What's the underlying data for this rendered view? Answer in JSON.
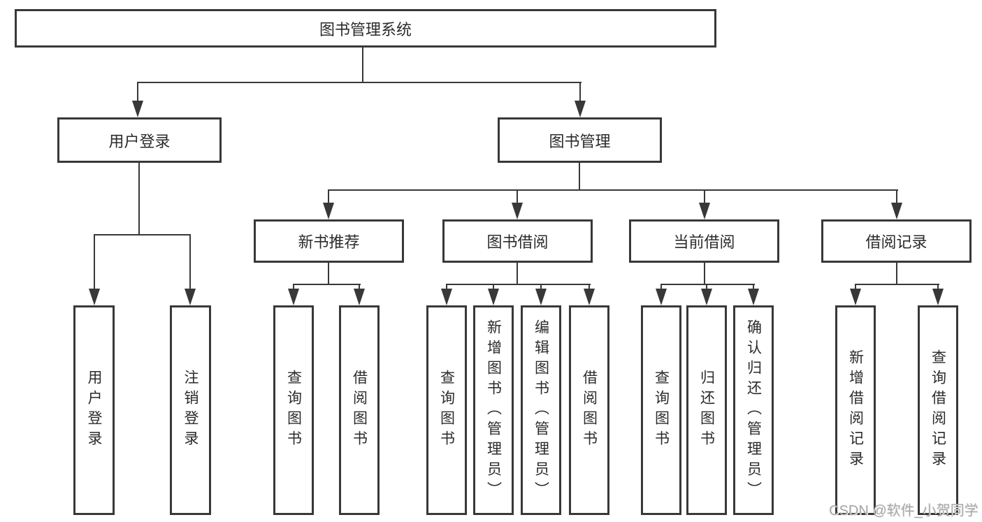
{
  "diagram": {
    "tree": {
      "label": "图书管理系统",
      "children": [
        {
          "label": "用户登录",
          "children": [
            {
              "label": "用户登录"
            },
            {
              "label": "注销登录"
            }
          ]
        },
        {
          "label": "图书管理",
          "children": [
            {
              "label": "新书推荐",
              "children": [
                {
                  "label": "查询图书"
                },
                {
                  "label": "借阅图书"
                }
              ]
            },
            {
              "label": "图书借阅",
              "children": [
                {
                  "label": "查询图书"
                },
                {
                  "label": "新增图书（管理员）"
                },
                {
                  "label": "编辑图书（管理员）"
                },
                {
                  "label": "借阅图书"
                }
              ]
            },
            {
              "label": "当前借阅",
              "children": [
                {
                  "label": "查询图书"
                },
                {
                  "label": "归还图书"
                },
                {
                  "label": "确认归还（管理员）"
                }
              ]
            },
            {
              "label": "借阅记录",
              "children": [
                {
                  "label": "新增借阅记录"
                },
                {
                  "label": "查询借阅记录"
                }
              ]
            }
          ]
        }
      ]
    },
    "colors": {
      "line": "#383838",
      "box_border": "#383838",
      "text": "#2b2b2b",
      "background": "#ffffff",
      "watermark": "#a8a8a8"
    },
    "watermark": {
      "text": "CSDN @软件_小贺同学"
    }
  }
}
